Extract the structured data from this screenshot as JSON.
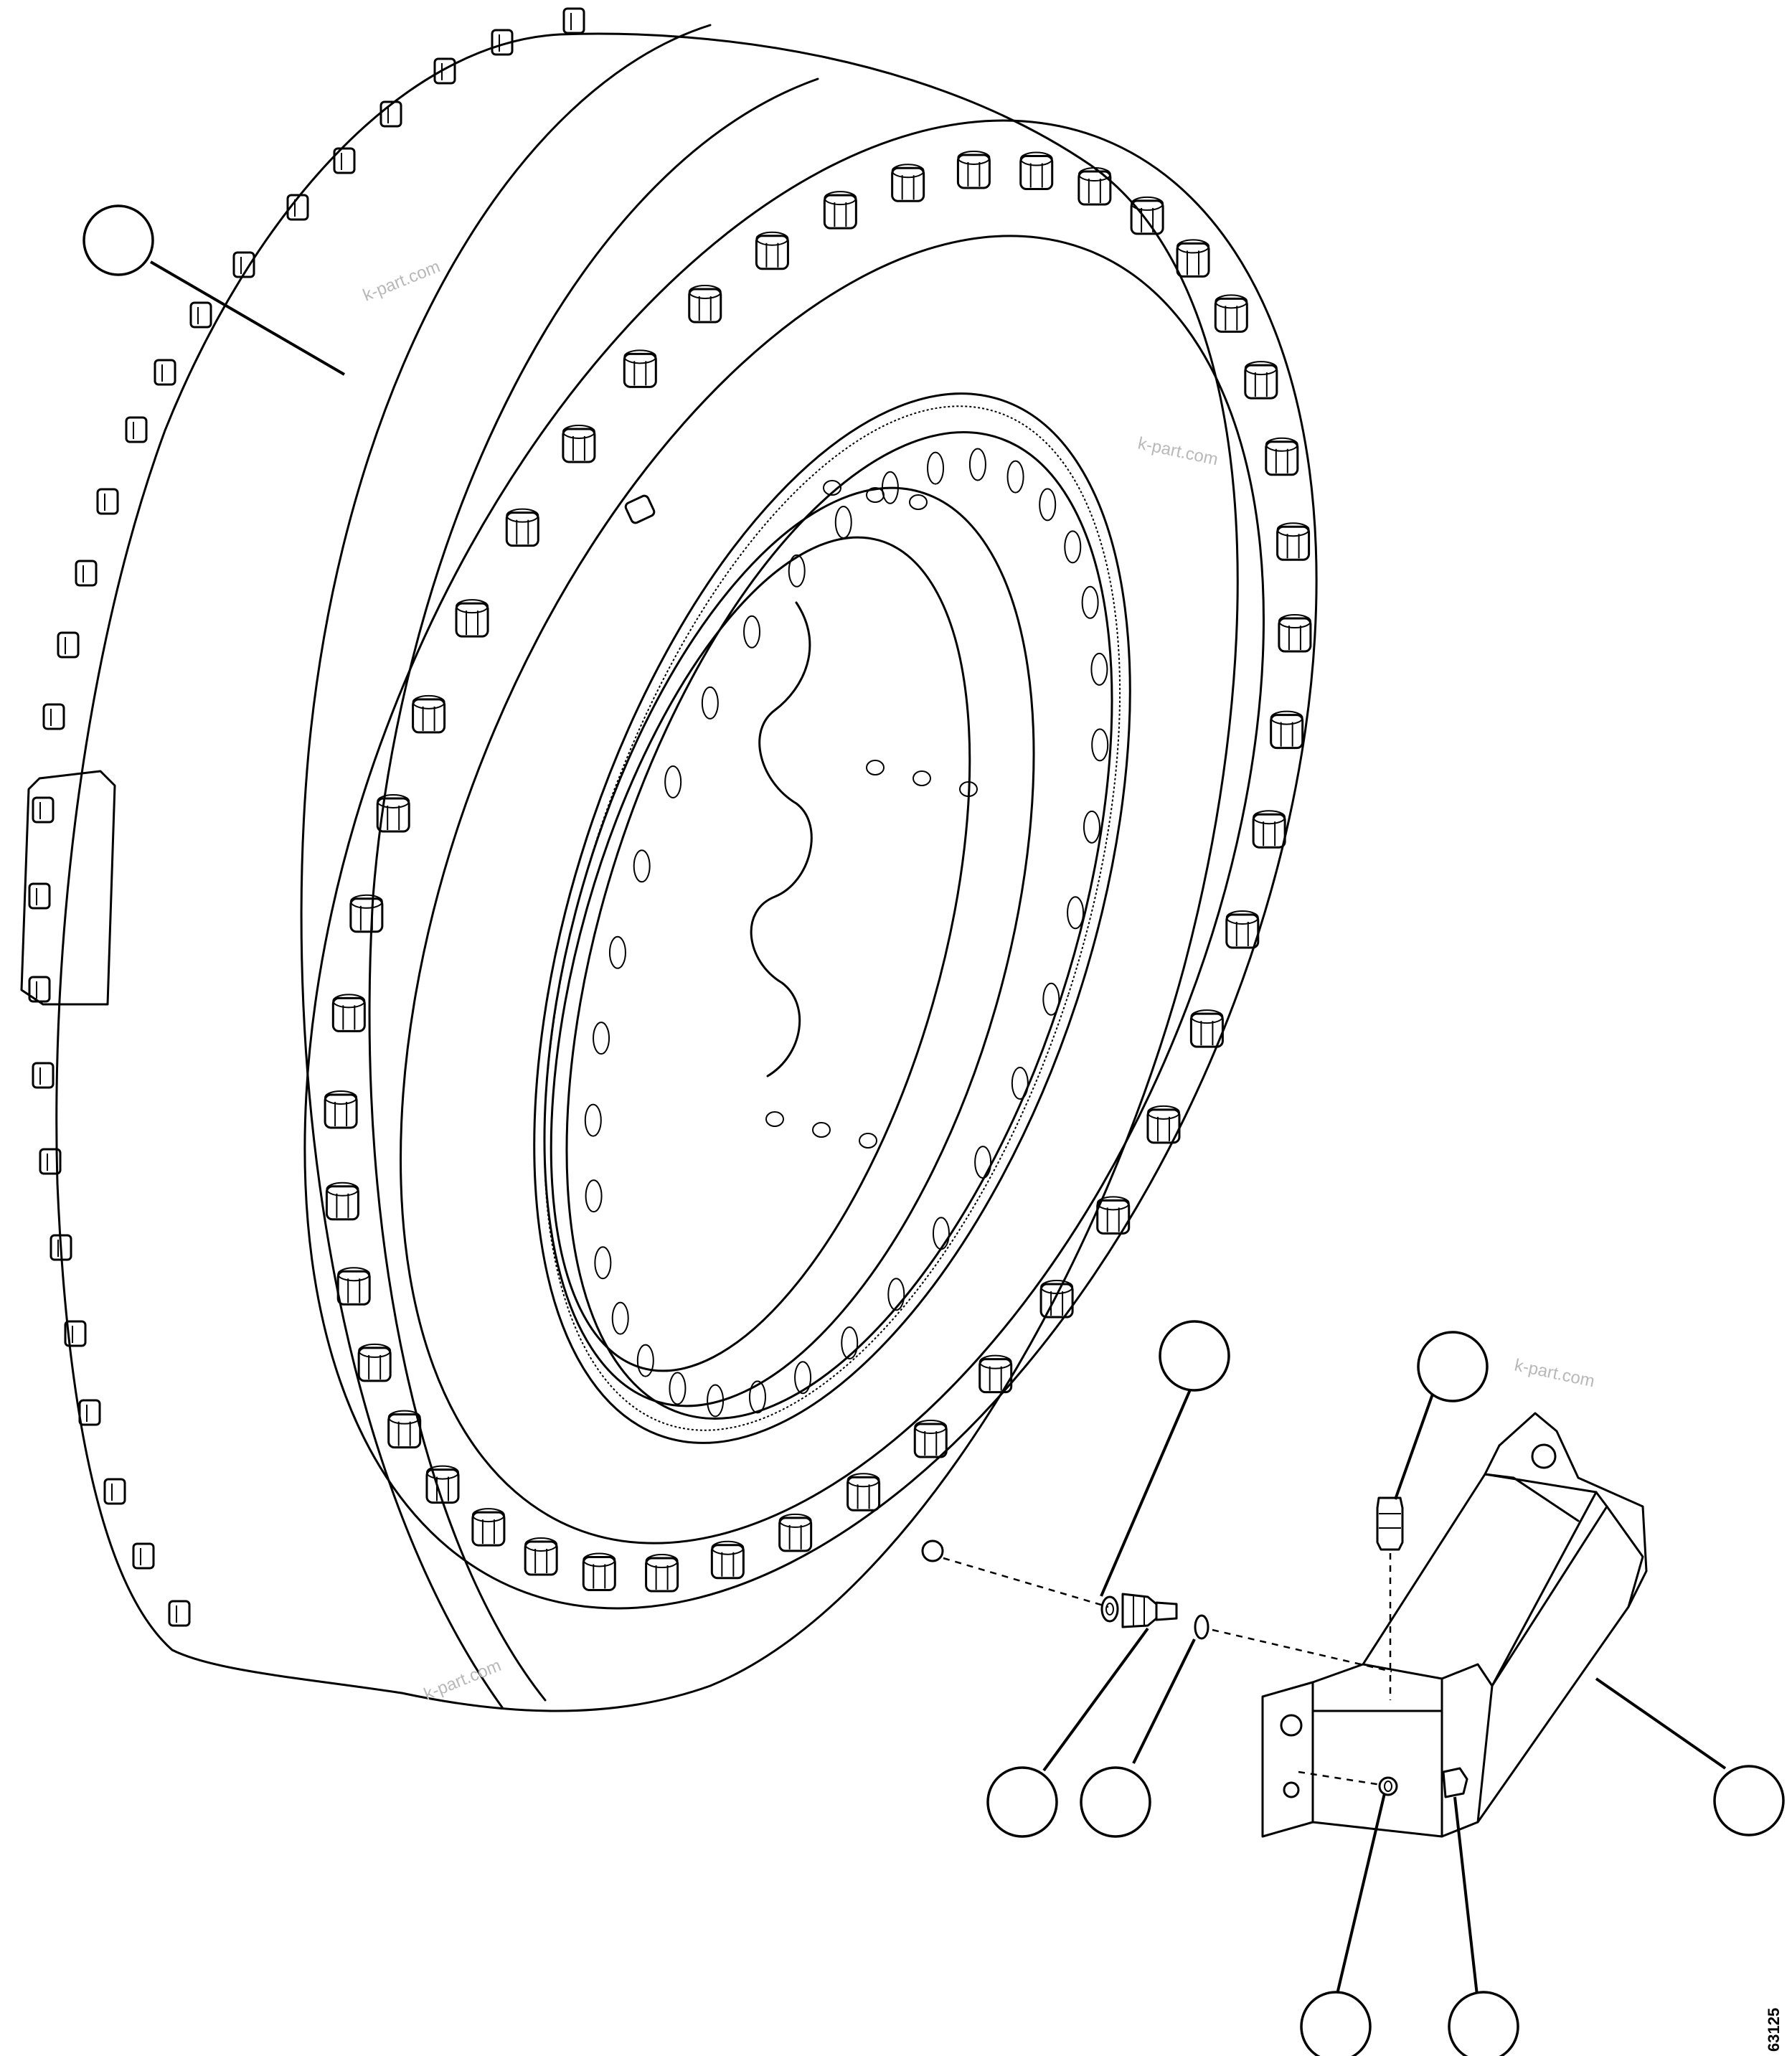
{
  "watermarks": [
    {
      "text": "k-part.com"
    },
    {
      "text": "k-part.com"
    },
    {
      "text": "k-part.com"
    },
    {
      "text": "k-part.com"
    }
  ],
  "drawing_code": "63125",
  "callouts": [
    {
      "id": "wheel-motor"
    },
    {
      "id": "washer"
    },
    {
      "id": "fitting"
    },
    {
      "id": "o-ring"
    },
    {
      "id": "plug"
    },
    {
      "id": "guard-bracket"
    },
    {
      "id": "bracket-washer"
    },
    {
      "id": "bracket-bolt"
    }
  ]
}
